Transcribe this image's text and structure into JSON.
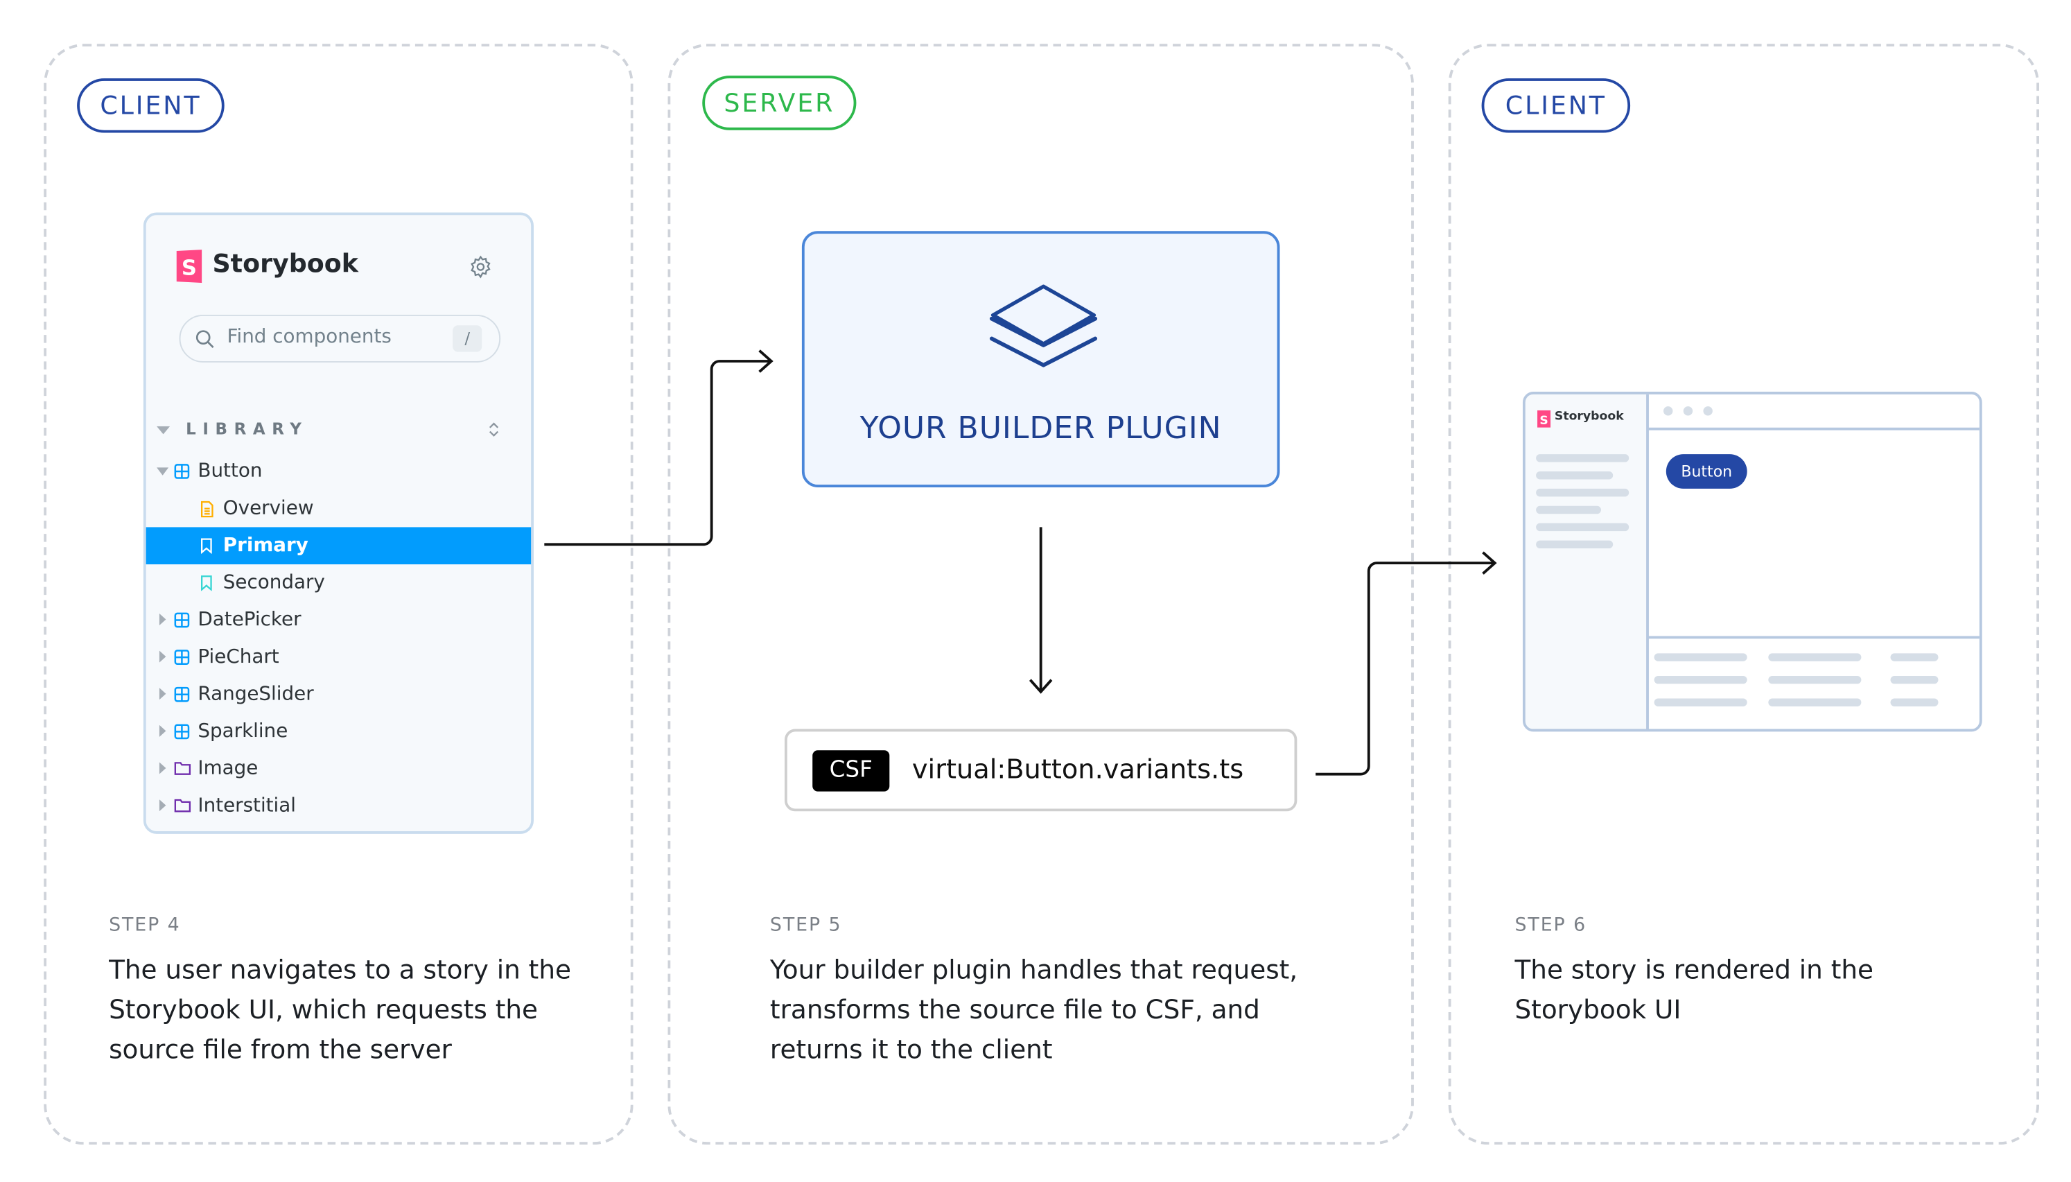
{
  "colors": {
    "client": "#2448a5",
    "server": "#2db84b",
    "selected": "#029cfd",
    "plugin_text": "#1d3f8f",
    "plugin_border": "#4a86d9",
    "storybook_pink": "#ff4785"
  },
  "columns": [
    {
      "badge": "CLIENT",
      "step": "STEP 4",
      "description": "The user navigates to a story in the Storybook UI, which requests the source file from the server"
    },
    {
      "badge": "SERVER",
      "step": "STEP 5",
      "description": "Your builder plugin handles that request, transforms the source file to CSF, and returns it to the client"
    },
    {
      "badge": "CLIENT",
      "step": "STEP 6",
      "description": "The story is rendered in the Storybook UI"
    }
  ],
  "sidebar": {
    "brand": "Storybook",
    "search_placeholder": "Find components",
    "search_shortcut": "/",
    "section": "LIBRARY",
    "items": [
      {
        "label": "Button",
        "type": "component",
        "expanded": true
      },
      {
        "label": "Overview",
        "type": "docs"
      },
      {
        "label": "Primary",
        "type": "story",
        "selected": true
      },
      {
        "label": "Secondary",
        "type": "story"
      },
      {
        "label": "DatePicker",
        "type": "component"
      },
      {
        "label": "PieChart",
        "type": "component"
      },
      {
        "label": "RangeSlider",
        "type": "component"
      },
      {
        "label": "Sparkline",
        "type": "component"
      },
      {
        "label": "Image",
        "type": "folder"
      },
      {
        "label": "Interstitial",
        "type": "folder"
      }
    ]
  },
  "plugin": {
    "title": "YOUR BUILDER PLUGIN",
    "icon": "layers-icon"
  },
  "csf": {
    "badge": "CSF",
    "filename": "virtual:Button.variants.ts"
  },
  "preview": {
    "brand": "Storybook",
    "button_label": "Button"
  }
}
